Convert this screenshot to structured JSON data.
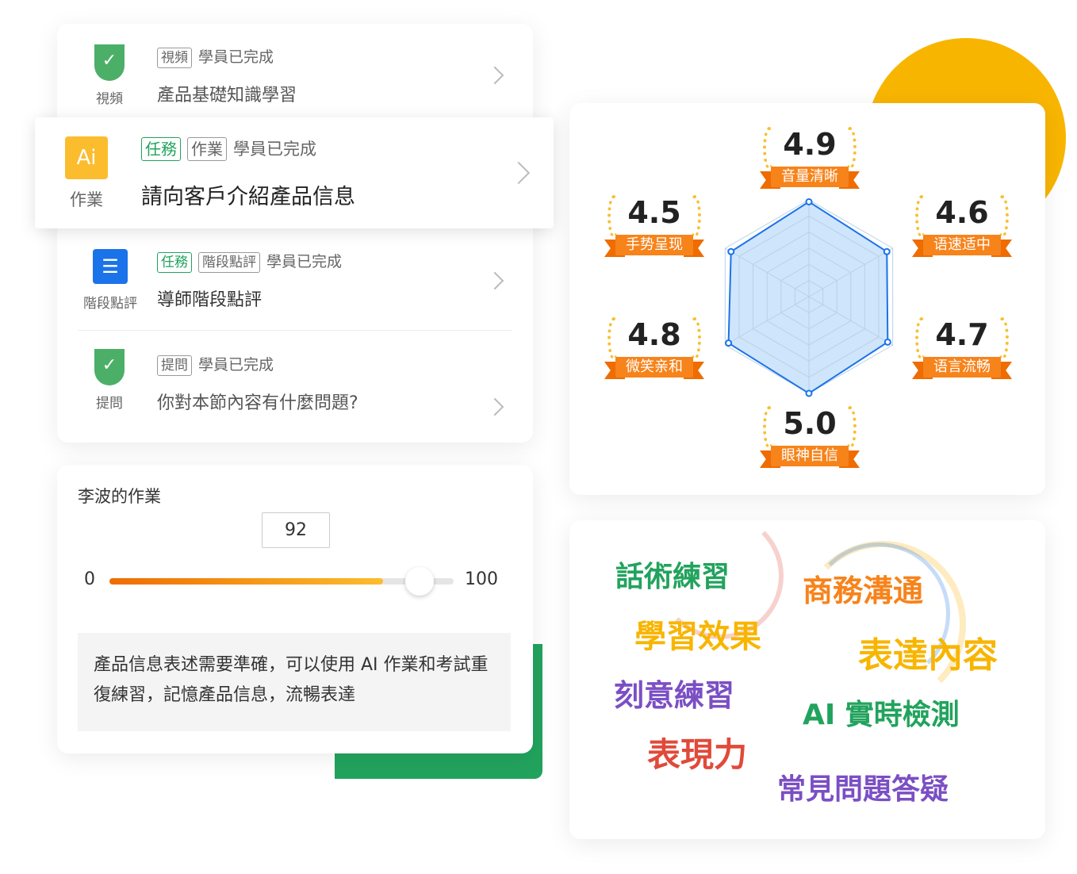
{
  "tasks": [
    {
      "icon": "shield-check",
      "icon_label": "視頻",
      "tags": [
        "視頻"
      ],
      "status": "學員已完成",
      "title": "產品基礎知識學習"
    },
    {
      "icon": "ai",
      "icon_text": "Ai",
      "icon_label": "作業",
      "tags": [
        "任務",
        "作業"
      ],
      "status": "學員已完成",
      "title": "請向客戶介紹產品信息"
    },
    {
      "icon": "sliders",
      "icon_label": "階段點評",
      "tags": [
        "任務",
        "階段點評"
      ],
      "status": "學員已完成",
      "title": "導師階段點評"
    },
    {
      "icon": "shield-check",
      "icon_label": "提問",
      "tags": [
        "提問"
      ],
      "status": "學員已完成",
      "title": "你對本節內容有什麼問題?"
    }
  ],
  "homework": {
    "title": "李波的作業",
    "score": "92",
    "min": "0",
    "max": "100",
    "score_fraction": 0.92,
    "comment": "產品信息表述需要準確，可以使用 AI 作業和考試重復練習，記憶產品信息，流暢表達"
  },
  "colors": {
    "green": "#22a35d",
    "orange": "#f8b500",
    "blue": "#1a73e8"
  },
  "chart_data": {
    "type": "radar",
    "max": 5,
    "axes": [
      {
        "label": "音量清晰",
        "value": 4.9
      },
      {
        "label": "语速适中",
        "value": 4.6
      },
      {
        "label": "语言流畅",
        "value": 4.7
      },
      {
        "label": "眼神自信",
        "value": 5.0
      },
      {
        "label": "微笑亲和",
        "value": 4.8
      },
      {
        "label": "手势呈现",
        "value": 4.5
      }
    ],
    "value_labels": [
      "4.9",
      "4.6",
      "4.7",
      "5.0",
      "4.8",
      "4.5"
    ]
  },
  "word_cloud": [
    {
      "text": "話術練習",
      "color": "#22a35d"
    },
    {
      "text": "商務溝通",
      "color": "#f7831b"
    },
    {
      "text": "學習效果",
      "color": "#f8b500"
    },
    {
      "text": "表達內容",
      "color": "#f8b500"
    },
    {
      "text": "刻意練習",
      "color": "#7b4fc4"
    },
    {
      "text": "AI 實時檢測",
      "color": "#22a35d"
    },
    {
      "text": "表現力",
      "color": "#e04a3a"
    },
    {
      "text": "常見問題答疑",
      "color": "#7b4fc4"
    }
  ]
}
